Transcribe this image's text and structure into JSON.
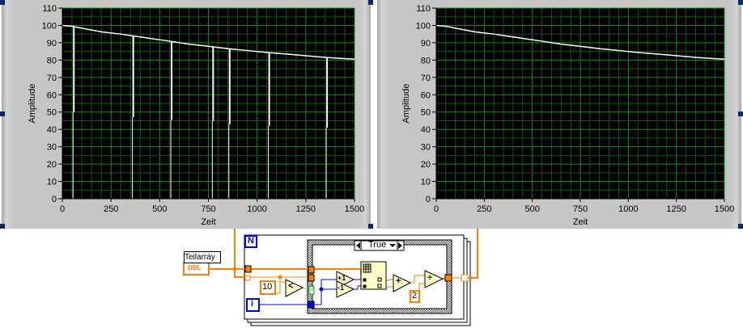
{
  "chart_data": [
    {
      "type": "line",
      "title": "",
      "xlabel": "Zeit",
      "ylabel": "Amplitude",
      "xlim": [
        0,
        1500
      ],
      "ylim": [
        0,
        110
      ],
      "xticks": [
        "0",
        "250",
        "500",
        "750",
        "1000",
        "1250",
        "1500"
      ],
      "yticks": [
        "0",
        "10",
        "20",
        "30",
        "40",
        "50",
        "60",
        "70",
        "80",
        "90",
        "100",
        "110"
      ],
      "grid": true,
      "series": [
        {
          "name": "Amplitude",
          "color": "#ffffff",
          "x": [
            0,
            50,
            100,
            200,
            300,
            360,
            450,
            557,
            650,
            770,
            855,
            950,
            1058,
            1200,
            1355,
            1500
          ],
          "y": [
            100,
            99.5,
            98.4,
            96.3,
            95,
            94,
            92.5,
            90.8,
            89.2,
            87.7,
            86.5,
            85.5,
            84.3,
            83,
            81.5,
            80.5
          ]
        }
      ],
      "spikes": [
        {
          "x": 55,
          "to": 50
        },
        {
          "x": 360,
          "to": 47
        },
        {
          "x": 557,
          "to": 45.5
        },
        {
          "x": 770,
          "to": 45
        },
        {
          "x": 855,
          "to": 43
        },
        {
          "x": 1058,
          "to": 42
        },
        {
          "x": 1355,
          "to": 41
        }
      ]
    },
    {
      "type": "line",
      "title": "",
      "xlabel": "Zeit",
      "ylabel": "Amplitude",
      "xlim": [
        0,
        1500
      ],
      "ylim": [
        0,
        110
      ],
      "xticks": [
        "0",
        "250",
        "500",
        "750",
        "1000",
        "1250",
        "1500"
      ],
      "yticks": [
        "0",
        "10",
        "20",
        "30",
        "40",
        "50",
        "60",
        "70",
        "80",
        "90",
        "100",
        "110"
      ],
      "grid": true,
      "series": [
        {
          "name": "Amplitude",
          "color": "#ffffff",
          "x": [
            0,
            50,
            100,
            200,
            300,
            360,
            450,
            557,
            650,
            770,
            855,
            950,
            1058,
            1200,
            1355,
            1500
          ],
          "y": [
            100,
            99.5,
            98.4,
            96.3,
            95,
            94,
            92.5,
            90.8,
            89.2,
            87.7,
            86.5,
            85.5,
            84.3,
            83,
            81.5,
            80.5
          ]
        }
      ],
      "spikes": []
    }
  ],
  "diagram": {
    "indicator_label": "Teilarray",
    "indicator_type": "DBL",
    "loop_count": "N",
    "loop_index": "i",
    "case_selector": "True",
    "const_10": "10",
    "const_2": "2",
    "inc": "+1",
    "dec": "-1",
    "less": "<",
    "add": "+",
    "divide": "÷",
    "bool_tunnel": "?",
    "wire_color": "#ff7f00",
    "int_color": "#0000ff"
  }
}
